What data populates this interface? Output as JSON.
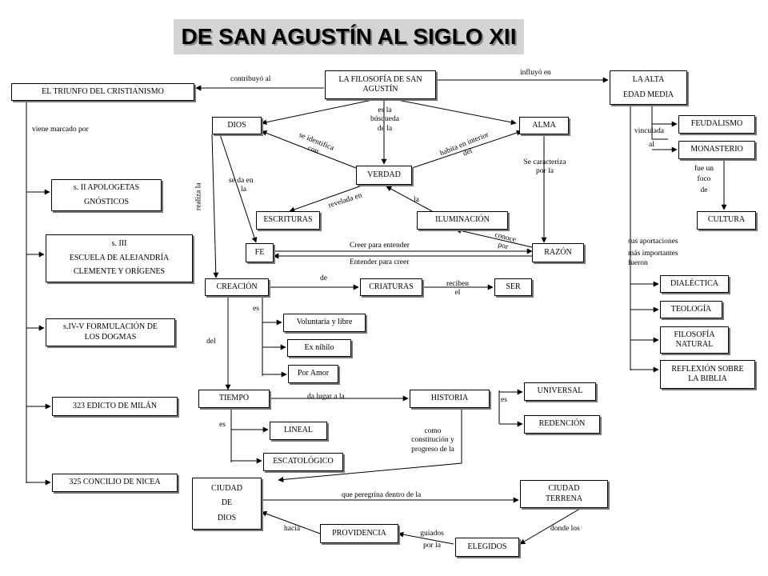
{
  "title": "DE SAN AGUSTÍN AL SIGLO XII",
  "nodes": {
    "filosofia_san_agustin": "LA FILOSOFÍA DE SAN AGUSTÍN",
    "triunfo_cristianismo": "EL TRIUNFO DEL CRISTIANISMO",
    "alta_edad_media": [
      "LA ALTA",
      "EDAD MEDIA"
    ],
    "dios": "DIOS",
    "alma": "ALMA",
    "verdad": "VERDAD",
    "escrituras": "ESCRITURAS",
    "iluminacion": "ILUMINACIÓN",
    "fe": "FE",
    "razon": "RAZÓN",
    "creacion": "CREACIÓN",
    "criaturas": "CRIATURAS",
    "ser": "SER",
    "voluntaria_libre": "Voluntaria y libre",
    "ex_nihilo": "Ex nihilo",
    "por_amor": "Por Amor",
    "tiempo": "TIEMPO",
    "historia": "HISTORIA",
    "universal": "UNIVERSAL",
    "redencion": "REDENCIÓN",
    "lineal": "LINEAL",
    "escatologico": "ESCATOLÓGICO",
    "ciudad_dios": [
      "CIUDAD",
      "DE",
      "DIOS"
    ],
    "ciudad_terrena": [
      "CIUDAD",
      "TERRENA"
    ],
    "providencia": "PROVIDENCIA",
    "elegidos": "ELEGIDOS",
    "apologetas": [
      "s. II  APOLOGETAS",
      "GNÓSTICOS"
    ],
    "escuela_alejandria": [
      "s. III",
      "ESCUELA DE ALEJANDRÍA",
      "CLEMENTE Y ORÍGENES"
    ],
    "formulacion_dogmas": [
      "s.IV-V  FORMULACIÓN DE",
      "LOS DOGMAS"
    ],
    "edicto_milan": "323  EDICTO DE MILÁN",
    "concilio_nicea": "325  CONCILIO DE NICEA",
    "feudalismo": "FEUDALISMO",
    "monasterio": "MONASTERIO",
    "cultura": "CULTURA",
    "dialectica": "DIALÉCTICA",
    "teologia": "TEOLOGÍA",
    "filosofia_natural": [
      "FILOSOFÍA",
      "NATURAL"
    ],
    "reflexion_biblia": [
      "REFLEXIÓN SOBRE",
      "LA BIBLIA"
    ]
  },
  "labels": {
    "contribuyo_al": "contribuyó al",
    "influyo_en": "influyó en",
    "es_la_busqueda": [
      "es la",
      "búsqueda",
      "de la"
    ],
    "viene_marcado_por": "viene marcado por",
    "se_identifica_con": [
      "se identifica",
      "con"
    ],
    "habita_interior_del": [
      "habita en interior",
      "del"
    ],
    "se_caracteriza_por_la": [
      "Se caracteriza",
      "por la"
    ],
    "se_da_en_la": [
      "se  da en",
      "la"
    ],
    "realiza_la": "realiza la",
    "revelada_en": "revelada en",
    "la": "la",
    "conoce_por": [
      "conoce",
      "por"
    ],
    "creer_para_entender": "Creer para entender",
    "entender_para_creer": "Entender para creer",
    "de": "de",
    "reciben_el": [
      "reciben",
      "el"
    ],
    "es_creacion": "es",
    "del": "del",
    "da_lugar_a_la": "da lugar a la",
    "es_historia": "es",
    "es_tiempo": "es",
    "como_constitucion": [
      "como",
      "constitución y",
      "progreso de la"
    ],
    "que_peregrina": "que peregrina dentro de la",
    "hacia": "hacia",
    "donde_los": "donde los",
    "guiados_por_la": [
      "guiados",
      "por la"
    ],
    "vinculada_al": [
      "vinculada",
      "al"
    ],
    "fue_un_foco_de": [
      "fue un",
      "foco",
      "de"
    ],
    "sus_aportaciones": [
      "sus aportaciones",
      "más importantes",
      "fueron"
    ]
  }
}
